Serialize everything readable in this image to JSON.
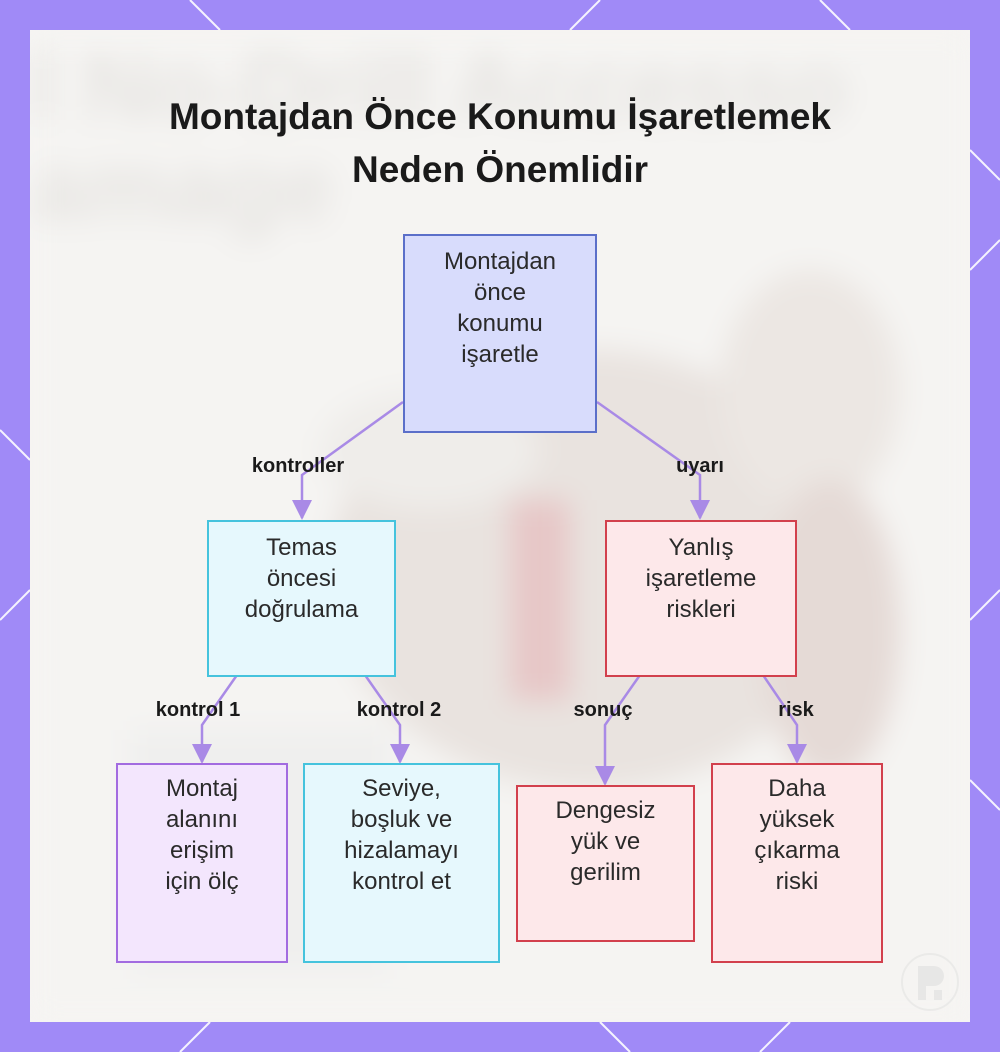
{
  "title": {
    "line1": "Montajdan Önce Konumu İşaretlemek",
    "line2": "Neden Önemlidir"
  },
  "background_text": {
    "line1": "l No-Drill Accesso",
    "line2": "amage"
  },
  "colors": {
    "frame": "#a08af7",
    "root_fill": "#d8dcfc",
    "root_border": "#5b6fc9",
    "blue_fill": "#e6f8fd",
    "blue_border": "#45c3dd",
    "red_fill": "#fde8ea",
    "red_border": "#d2404d",
    "purple_fill": "#f3e6fd",
    "purple_border": "#a26be0",
    "connector": "#a98ae6"
  },
  "nodes": {
    "root": {
      "lines": [
        "Montajdan",
        "önce",
        "konumu",
        "işaretle"
      ]
    },
    "verify": {
      "lines": [
        "Temas",
        "öncesi",
        "doğrulama"
      ]
    },
    "risks": {
      "lines": [
        "Yanlış",
        "işaretleme",
        "riskleri"
      ]
    },
    "measure": {
      "lines": [
        "Montaj",
        "alanını",
        "erişim",
        "için ölç"
      ]
    },
    "check": {
      "lines": [
        "Seviye,",
        "boşluk ve",
        "hizalamayı",
        "kontrol et"
      ]
    },
    "unbalanced": {
      "lines": [
        "Dengesiz",
        "yük ve",
        "gerilim"
      ]
    },
    "removal": {
      "lines": [
        "Daha",
        "yüksek",
        "çıkarma",
        "riski"
      ]
    }
  },
  "edges": {
    "root_verify": "kontroller",
    "root_risks": "uyarı",
    "verify_measure": "kontrol 1",
    "verify_check": "kontrol 2",
    "risks_unbalanced": "sonuç",
    "risks_removal": "risk"
  }
}
